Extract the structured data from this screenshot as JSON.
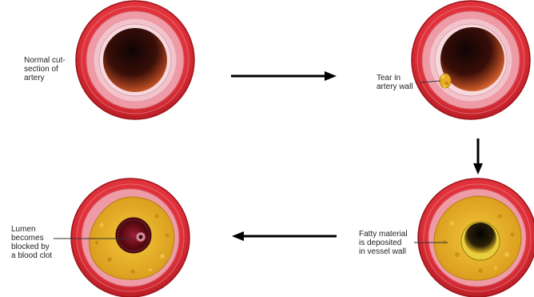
{
  "stages": [
    {
      "id": "normal",
      "caption": "Normal cut-\nsection of\nartery"
    },
    {
      "id": "tear",
      "caption": "Tear in\nartery wall"
    },
    {
      "id": "fatty",
      "caption": "Fatty material\nis deposited\nin vessel wall"
    },
    {
      "id": "clot",
      "caption": "Lumen\nbecomes\nblocked by\na blood clot"
    }
  ],
  "colors": {
    "outer_wall": "#d8242e",
    "outer_wall_edge": "#8f1218",
    "middle_wall": "#ef9aa6",
    "inner_wall": "#f3c2c9",
    "lumen_dark": "#1a0706",
    "lumen_light": "#c2542a",
    "plaque": "#e9b426",
    "plaque_dark": "#b97e14",
    "clot": "#6a0d16",
    "arrow": "#000000"
  }
}
